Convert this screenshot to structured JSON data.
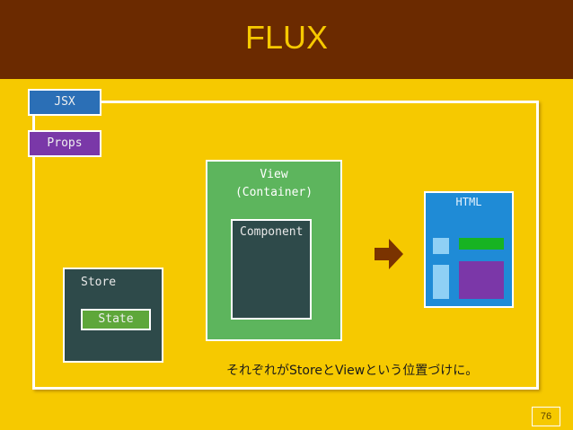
{
  "slide": {
    "title": "FLUX",
    "caption": "それぞれがStoreとViewという位置づけに。",
    "page_number": "76"
  },
  "diagram": {
    "store": {
      "label": "Store",
      "state_label": "State"
    },
    "view": {
      "label_line1": "View",
      "label_line2": "(Container)",
      "component_label": "Component",
      "jsx_label": "JSX",
      "props_label": "Props"
    },
    "html": {
      "label": "HTML"
    },
    "arrow_icon": "right-arrow-icon"
  },
  "colors": {
    "header": "#6b2a00",
    "background": "#f6c900",
    "store": "#2e4a4a",
    "state": "#5ea73a",
    "view": "#5db55d",
    "jsx": "#2b6fb6",
    "props": "#7a38a8",
    "html": "#1f8bd6",
    "arrow": "#7a3300"
  }
}
